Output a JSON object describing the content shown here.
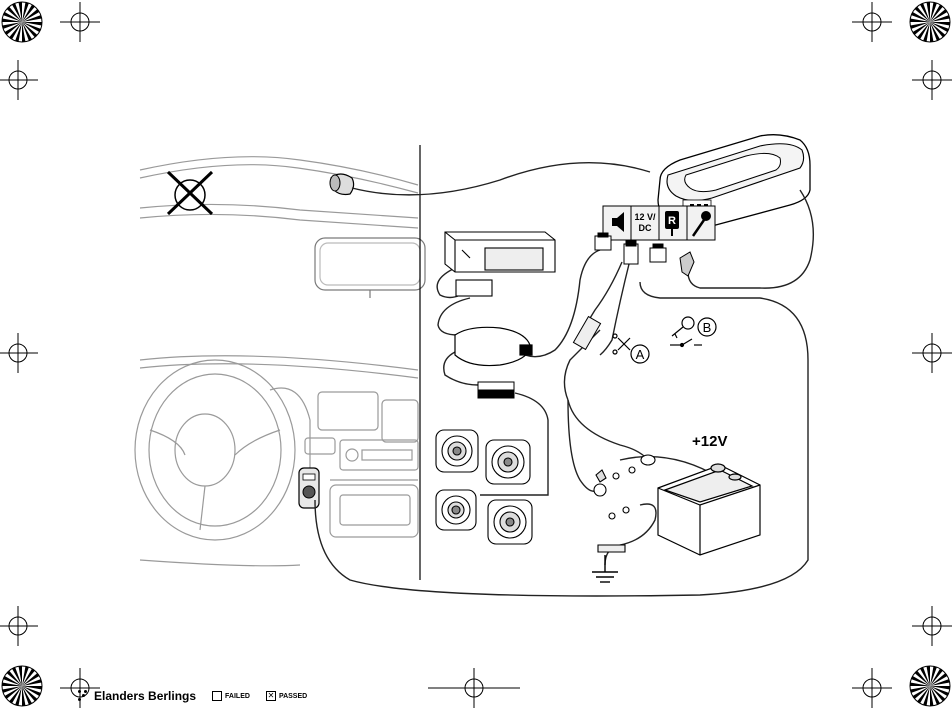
{
  "labels": {
    "port_12v_dc_line1": "12 V/",
    "port_12v_dc_line2": "DC",
    "port_r": "R",
    "plus_12v": "+12V",
    "callout_a": "A",
    "callout_b": "B"
  },
  "footer": {
    "brand": "Elanders Berlings",
    "failed_label": "FAILED",
    "passed_label": "PASSED",
    "failed_mark": "",
    "passed_mark": "✕"
  },
  "colors": {
    "line": "#222222",
    "dashboard_line": "#9a9a9a",
    "port_fill": "#f2f2f2"
  }
}
